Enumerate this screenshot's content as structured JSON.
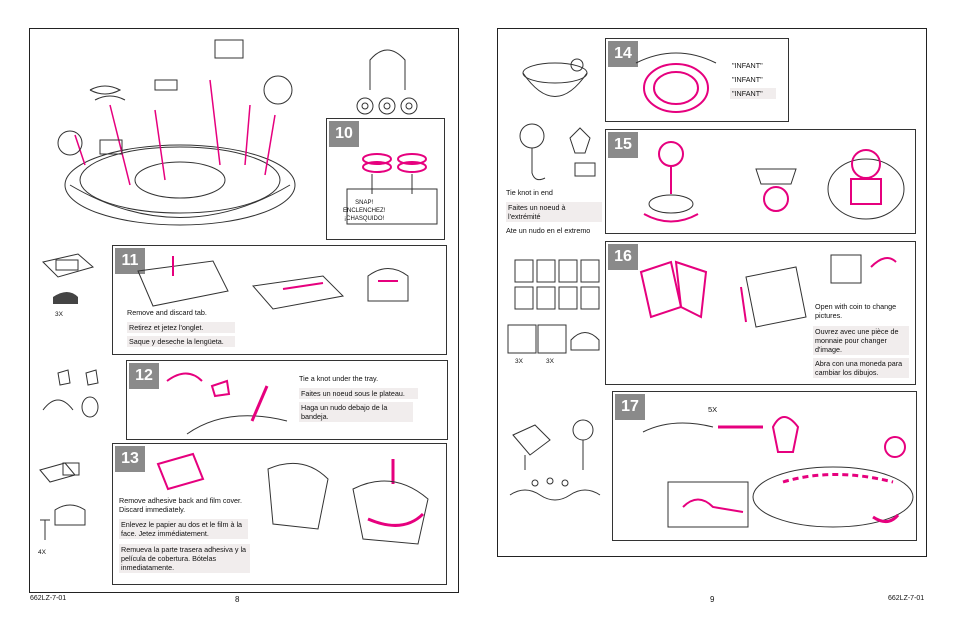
{
  "left_page": {
    "footer_code": "662LZ-7-01",
    "page_number": "8",
    "parts": {
      "qty_3x": "3X",
      "qty_4x": "4X"
    },
    "steps": [
      {
        "number": "10",
        "callout": [
          "SNAP!",
          "ENCLENCHEZ!",
          "¡CHASQUIDO!"
        ]
      },
      {
        "number": "11",
        "en": "Remove and discard tab.",
        "fr": "Retirez et jetez l'onglet.",
        "es": "Saque y deseche la lengüeta."
      },
      {
        "number": "12",
        "en": "Tie a knot under the tray.",
        "fr": "Faites un noeud sous le plateau.",
        "es": "Haga un nudo debajo de la bandeja."
      },
      {
        "number": "13",
        "en": "Remove adhesive back and film cover. Discard immediately.",
        "fr": "Enlevez le papier au dos et le film à la face. Jetez immédiatement.",
        "es": "Remueva la parte trasera adhesiva y la película de cobertura. Bótelas inmediatamente."
      }
    ]
  },
  "right_page": {
    "footer_code": "662LZ-7-01",
    "page_number": "9",
    "knot": {
      "en": "Tie knot in end",
      "fr": "Faites un noeud à l'extrémité",
      "es": "Ate un nudo en el extremo"
    },
    "parts": {
      "qty_3x_a": "3X",
      "qty_3x_b": "3X",
      "qty_5x": "5X"
    },
    "steps": [
      {
        "number": "14",
        "labels": [
          "\"INFANT\"",
          "\"INFANT\"",
          "\"INFANT\""
        ]
      },
      {
        "number": "15"
      },
      {
        "number": "16",
        "en": "Open with coin to change pictures.",
        "fr": "Ouvrez avec une pièce de monnaie pour changer d'image.",
        "es": "Abra con una moneda para cambiar los dibujos."
      },
      {
        "number": "17"
      }
    ]
  },
  "colors": {
    "accent": "#e6007e",
    "step_badge": "#8a8a8a",
    "text_bg": "#f1eded"
  }
}
